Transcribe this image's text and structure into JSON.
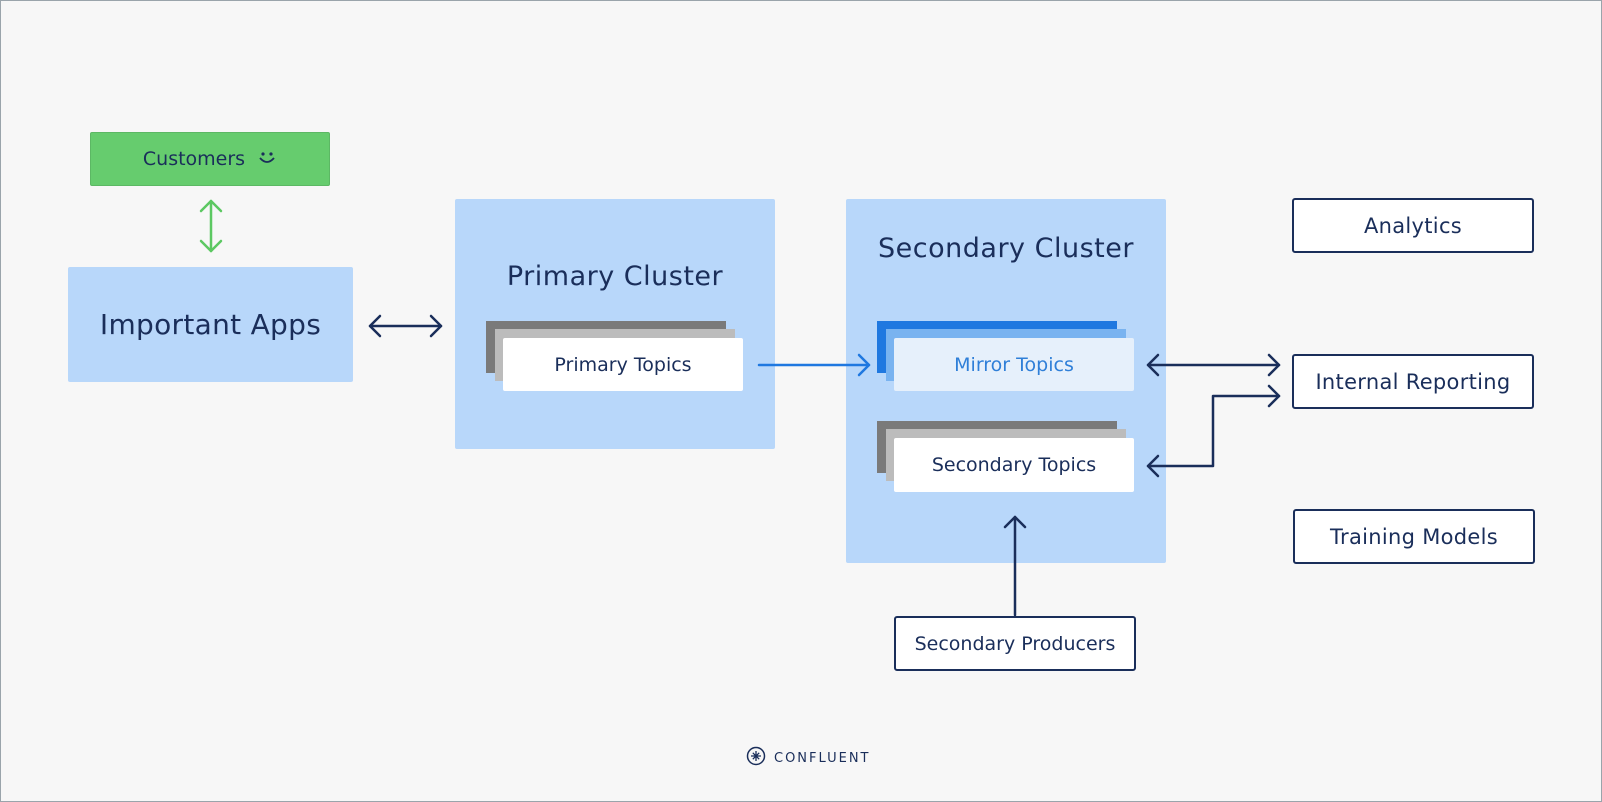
{
  "nodes": {
    "customers": "Customers",
    "important_apps": "Important Apps",
    "primary_cluster": "Primary Cluster",
    "primary_topics": "Primary Topics",
    "secondary_cluster": "Secondary Cluster",
    "mirror_topics": "Mirror Topics",
    "secondary_topics": "Secondary Topics",
    "secondary_producers": "Secondary Producers",
    "analytics": "Analytics",
    "internal_reporting": "Internal Reporting",
    "training_models": "Training Models"
  },
  "logo": {
    "text": "CONFLUENT"
  },
  "colors": {
    "background": "#f7f7f7",
    "cluster_fill": "#b8d7fa",
    "customers_fill": "#66cc6e",
    "navy": "#1a2e5a",
    "mirror_blue": "#1f78e0",
    "green_arrow": "#5cc862"
  },
  "icons": [
    "smiley-icon",
    "confluent-logo-icon"
  ]
}
